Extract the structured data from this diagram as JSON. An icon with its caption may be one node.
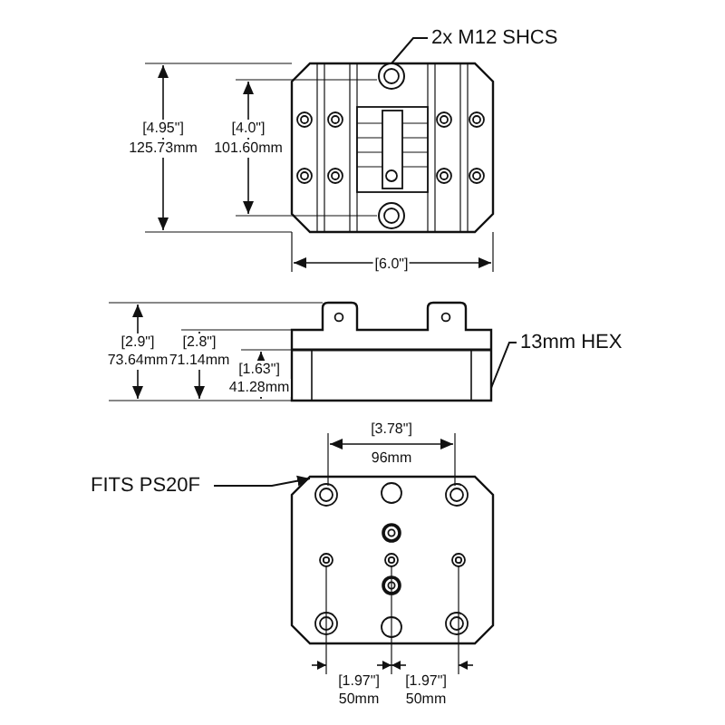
{
  "diagram": {
    "nodes": [
      {
        "text": [
          "2x M12 SHCS"
        ]
      },
      {
        "text": [],
        "shape": "circle"
      },
      {
        "text": [
          "13mm HEX"
        ]
      },
      {
        "text": [],
        "shape": "picture"
      },
      {
        "text": [
          "FITS PS20F"
        ]
      },
      {
        "text": [],
        "shape": "picture"
      }
    ],
    "edges": [
      {
        "from": 0,
        "to": 1,
        "arrow": "none"
      },
      {
        "from": 2,
        "to": 3,
        "arrow": "none"
      },
      {
        "from": 4,
        "to": 5,
        "arrow": "to"
      }
    ],
    "labels": [
      "[4.95\"]",
      "125.73mm",
      "[4.0\"]",
      "101.60mm",
      "[6.0\"]",
      "[2.9\"]",
      "73.64mm",
      "[2.8\"]",
      "71.14mm",
      "[1.63\"]",
      "41.28mm",
      "[3.78\"]",
      "96mm",
      "[1.97\"]",
      "50mm",
      "[1.97\"]",
      "50mm"
    ]
  }
}
